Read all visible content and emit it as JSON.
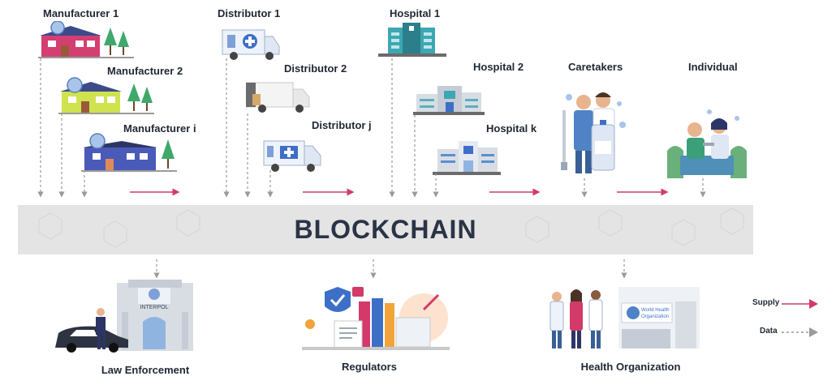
{
  "blockchain_label": "BLOCKCHAIN",
  "manufacturers": [
    {
      "label": "Manufacturer 1",
      "icon": "pink-factory-with-virus-icon"
    },
    {
      "label": "Manufacturer 2",
      "icon": "yellow-factory-with-virus-icon"
    },
    {
      "label": "Manufacturer i",
      "icon": "blue-factory-with-virus-icon"
    }
  ],
  "distributors": [
    {
      "label": "Distributor 1",
      "icon": "ambulance-truck-icon"
    },
    {
      "label": "Distributor 2",
      "icon": "delivery-truck-icon"
    },
    {
      "label": "Distributor j",
      "icon": "ambulance-van-icon"
    }
  ],
  "hospitals": [
    {
      "label": "Hospital 1",
      "icon": "hospital-building-icon"
    },
    {
      "label": "Hospital 2",
      "icon": "hospital-building-icon"
    },
    {
      "label": "Hospital k",
      "icon": "hospital-building-icon"
    }
  ],
  "end_parties": [
    {
      "label": "Caretakers",
      "icon": "nurse-with-vaccine-icon"
    },
    {
      "label": "Individual",
      "icon": "patient-vaccination-icon"
    }
  ],
  "oversight": [
    {
      "label": "Law Enforcement",
      "icon": "interpol-building-police-car-icon"
    },
    {
      "label": "Regulators",
      "icon": "documents-shield-icon"
    },
    {
      "label": "Health Organization",
      "icon": "doctors-who-building-icon"
    }
  ],
  "building_signs": {
    "interpol": "INTERPOL",
    "who_line1": "World Health",
    "who_line2": "Organization"
  },
  "legend": {
    "supply": "Supply",
    "data": "Data"
  },
  "colors": {
    "supply": "#d33a6a",
    "data": "#9a9a9a",
    "band": "#e4e4e4",
    "title": "#2b3446"
  }
}
